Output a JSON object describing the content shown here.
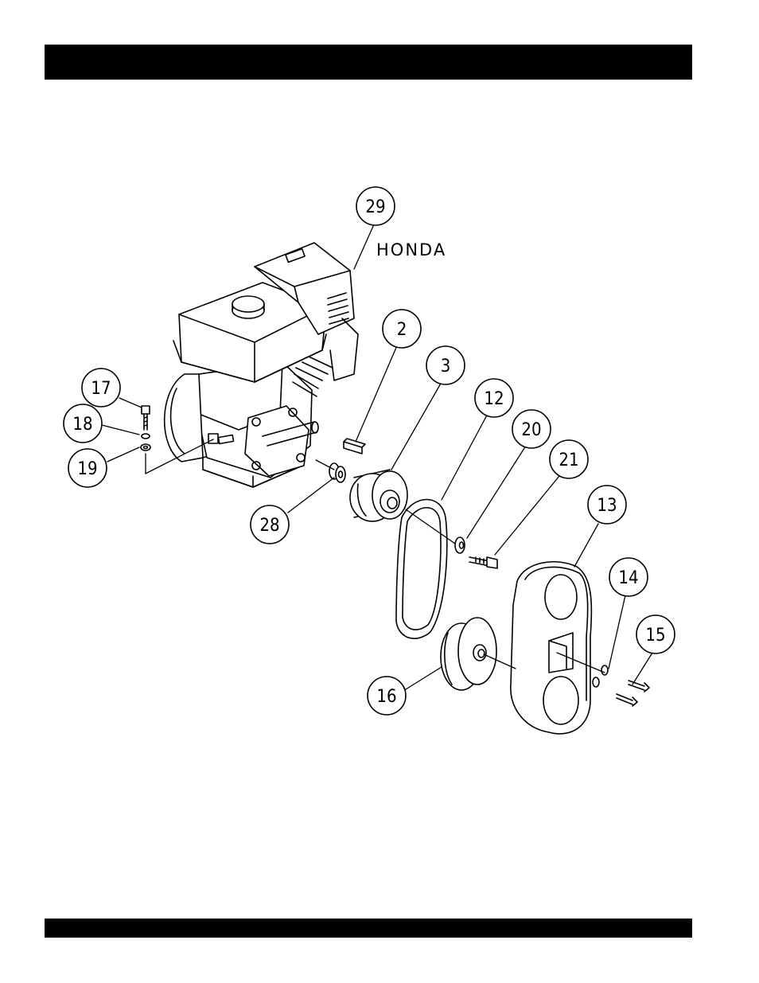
{
  "diagram": {
    "brand_label": "HONDA",
    "callouts": [
      {
        "id": "29",
        "label": "29"
      },
      {
        "id": "2",
        "label": "2"
      },
      {
        "id": "3",
        "label": "3"
      },
      {
        "id": "12",
        "label": "12"
      },
      {
        "id": "20",
        "label": "20"
      },
      {
        "id": "21",
        "label": "21"
      },
      {
        "id": "13",
        "label": "13"
      },
      {
        "id": "14",
        "label": "14"
      },
      {
        "id": "15",
        "label": "15"
      },
      {
        "id": "16",
        "label": "16"
      },
      {
        "id": "17",
        "label": "17"
      },
      {
        "id": "18",
        "label": "18"
      },
      {
        "id": "19",
        "label": "19"
      },
      {
        "id": "28",
        "label": "28"
      }
    ]
  }
}
